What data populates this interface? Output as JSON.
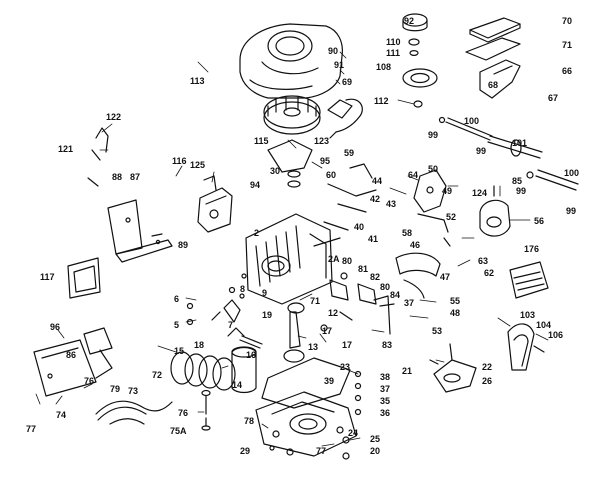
{
  "colors": {
    "ink": "#111111",
    "paper": "#ffffff"
  },
  "labels": [
    "92",
    "70",
    "110",
    "111",
    "71",
    "108",
    "66",
    "68",
    "67",
    "90",
    "91",
    "113",
    "69",
    "112",
    "100",
    "99",
    "101",
    "100",
    "99",
    "99",
    "122",
    "121",
    "115",
    "123",
    "116",
    "125",
    "95",
    "59",
    "88",
    "87",
    "30",
    "60",
    "44",
    "94",
    "64",
    "50",
    "124",
    "85",
    "99",
    "56",
    "42",
    "43",
    "49",
    "52",
    "58",
    "2",
    "40",
    "41",
    "46",
    "176",
    "89",
    "63",
    "62",
    "117",
    "2A",
    "80",
    "81",
    "82",
    "80",
    "47",
    "84",
    "37",
    "55",
    "48",
    "6",
    "8",
    "9",
    "19",
    "71",
    "12",
    "53",
    "83",
    "17",
    "18",
    "96",
    "5",
    "7",
    "13",
    "17",
    "103",
    "104",
    "106",
    "86",
    "15",
    "16",
    "23",
    "21",
    "22",
    "26",
    "72",
    "14",
    "39",
    "38",
    "37",
    "35",
    "36",
    "76",
    "79",
    "73",
    "74",
    "77",
    "76",
    "75A",
    "78",
    "24",
    "25",
    "20",
    "29",
    "77"
  ]
}
